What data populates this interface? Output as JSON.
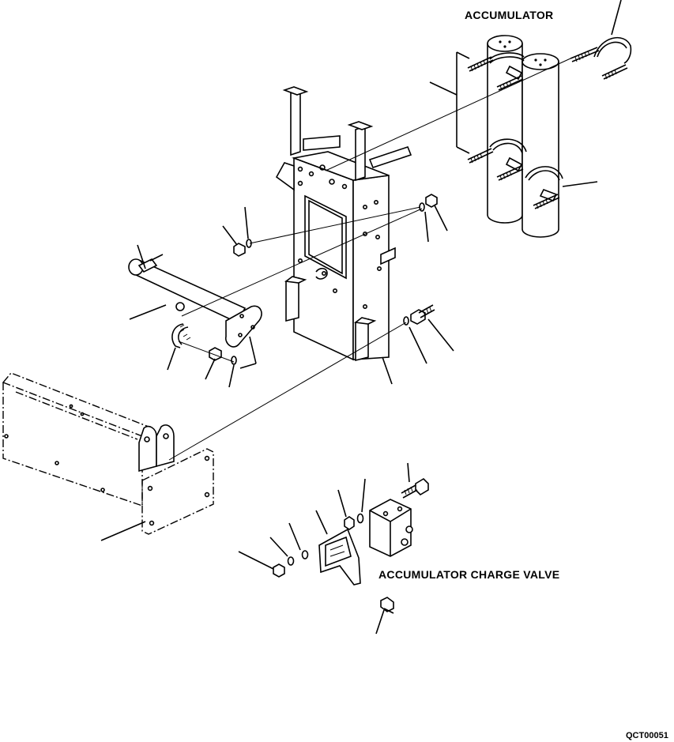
{
  "labels": {
    "accumulator": "ACCUMULATOR",
    "charge_valve": "ACCUMULATOR CHARGE VALVE",
    "drawing_code": "QCT00051"
  },
  "colors": {
    "background": "#ffffff",
    "ink": "#000000"
  }
}
